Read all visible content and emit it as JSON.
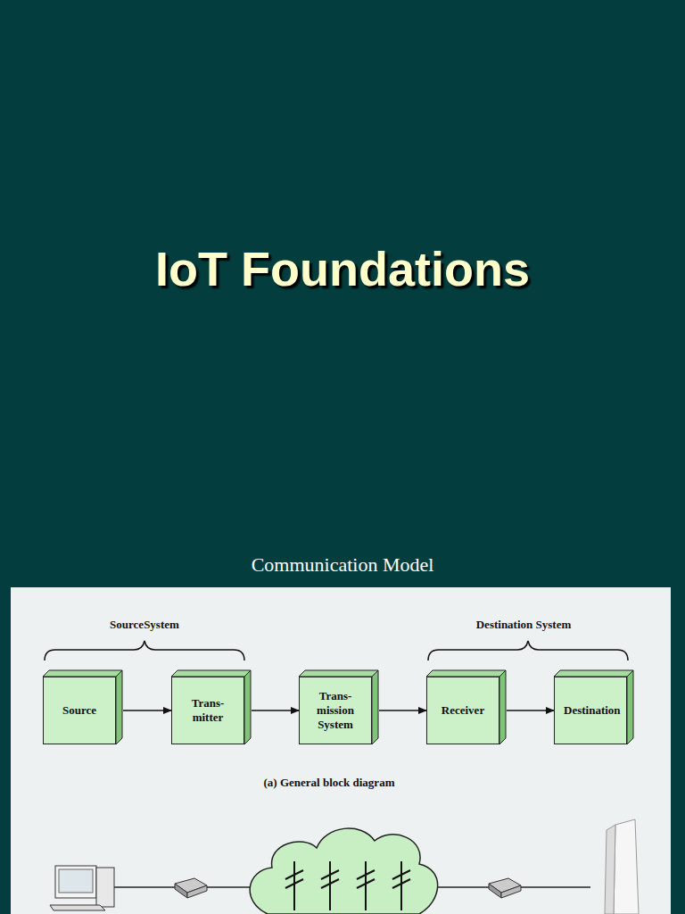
{
  "diagram": {
    "title": "IoT Foundations",
    "nodes": [
      {
        "text": [
          "Source"
        ]
      },
      {
        "text": [
          "Trans- mitter"
        ]
      },
      {
        "text": [
          "Trans- mission System"
        ]
      },
      {
        "text": [
          "Receiver"
        ]
      },
      {
        "text": [
          "Destination"
        ]
      }
    ],
    "edges": [
      {
        "from": 0,
        "to": 1,
        "arrow": "to"
      },
      {
        "from": 1,
        "to": 2,
        "arrow": "to"
      },
      {
        "from": 2,
        "to": 3,
        "arrow": "to"
      },
      {
        "from": 3,
        "to": 4,
        "arrow": "to"
      }
    ],
    "labels": [
      "Communication Model",
      "SourceSystem",
      "Destination System",
      "(a) General block diagram"
    ]
  }
}
